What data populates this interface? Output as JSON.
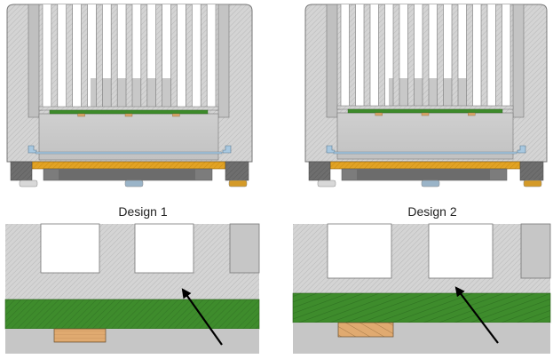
{
  "figure": {
    "designs": [
      {
        "id": "design-1",
        "caption": "Design 1"
      },
      {
        "id": "design-2",
        "caption": "Design 2"
      }
    ],
    "colors": {
      "housing": "#d0d0d0",
      "housing_dark": "#bdbdbd",
      "cavity": "#c7c7c7",
      "pcb": "#3d8a2a",
      "component": "#dba56a",
      "base_plate": "#e0a020",
      "seal": "#a8c8e0",
      "foot_dark": "#6a6a6a",
      "screw_silver": "#d8d8d8",
      "screw_blue": "#9ab4c8",
      "screw_gold": "#d49a28",
      "arrow": "#000000",
      "outline": "#777777"
    }
  }
}
